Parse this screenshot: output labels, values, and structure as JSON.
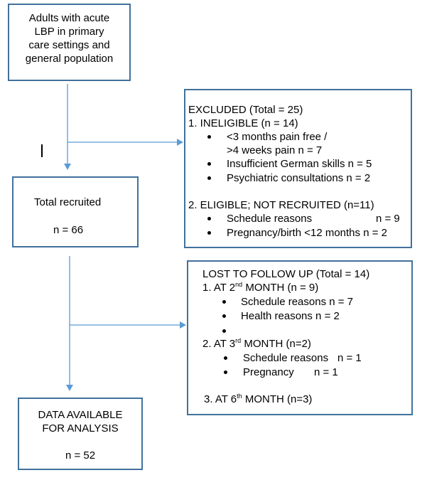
{
  "boxes": {
    "start": {
      "lines": [
        "Adults with acute",
        "LBP in primary",
        "care settings and",
        "general population"
      ]
    },
    "excluded": {
      "title": "EXCLUDED (Total = 25)",
      "ineligible": "1. INELIGIBLE (n = 14)",
      "items1": [
        "<3 months pain free /",
        ">4 weeks pain  n = 7",
        "Insufficient German skills n = 5",
        "Psychiatric consultations n = 2"
      ],
      "eligible": "2. ELIGIBLE; NOT RECRUITED (n=11)",
      "items2": [
        {
          "label": "Schedule reasons",
          "n": "n = 9"
        },
        {
          "label": "Pregnancy/birth <12 months n = 2",
          "n": ""
        }
      ]
    },
    "recruited": {
      "label": "Total recruited",
      "n": "n = 66"
    },
    "lost": {
      "title": "LOST TO FOLLOW UP (Total = 14)",
      "m2": {
        "prefix": "1. AT 2",
        "sup": "nd",
        "suffix": " MONTH (n = 9)"
      },
      "m2_items": [
        "Schedule reasons n = 7",
        "Health reasons n = 2",
        ""
      ],
      "m3": {
        "prefix": "2. AT 3",
        "sup": "rd",
        "suffix": " MONTH (n=2)"
      },
      "m3_items": [
        {
          "label": "Schedule reasons",
          "n": "n = 1"
        },
        {
          "label": "Pregnancy",
          "n": "n = 1"
        }
      ],
      "m6": {
        "prefix": "3. AT 6",
        "sup": "th",
        "suffix": " MONTH (n=3)"
      }
    },
    "analysis": {
      "lines": [
        "DATA AVAILABLE",
        "FOR ANALYSIS"
      ],
      "n": "n = 52"
    }
  },
  "colors": {
    "border": "#41719c",
    "arrow": "#5b9bd5"
  }
}
